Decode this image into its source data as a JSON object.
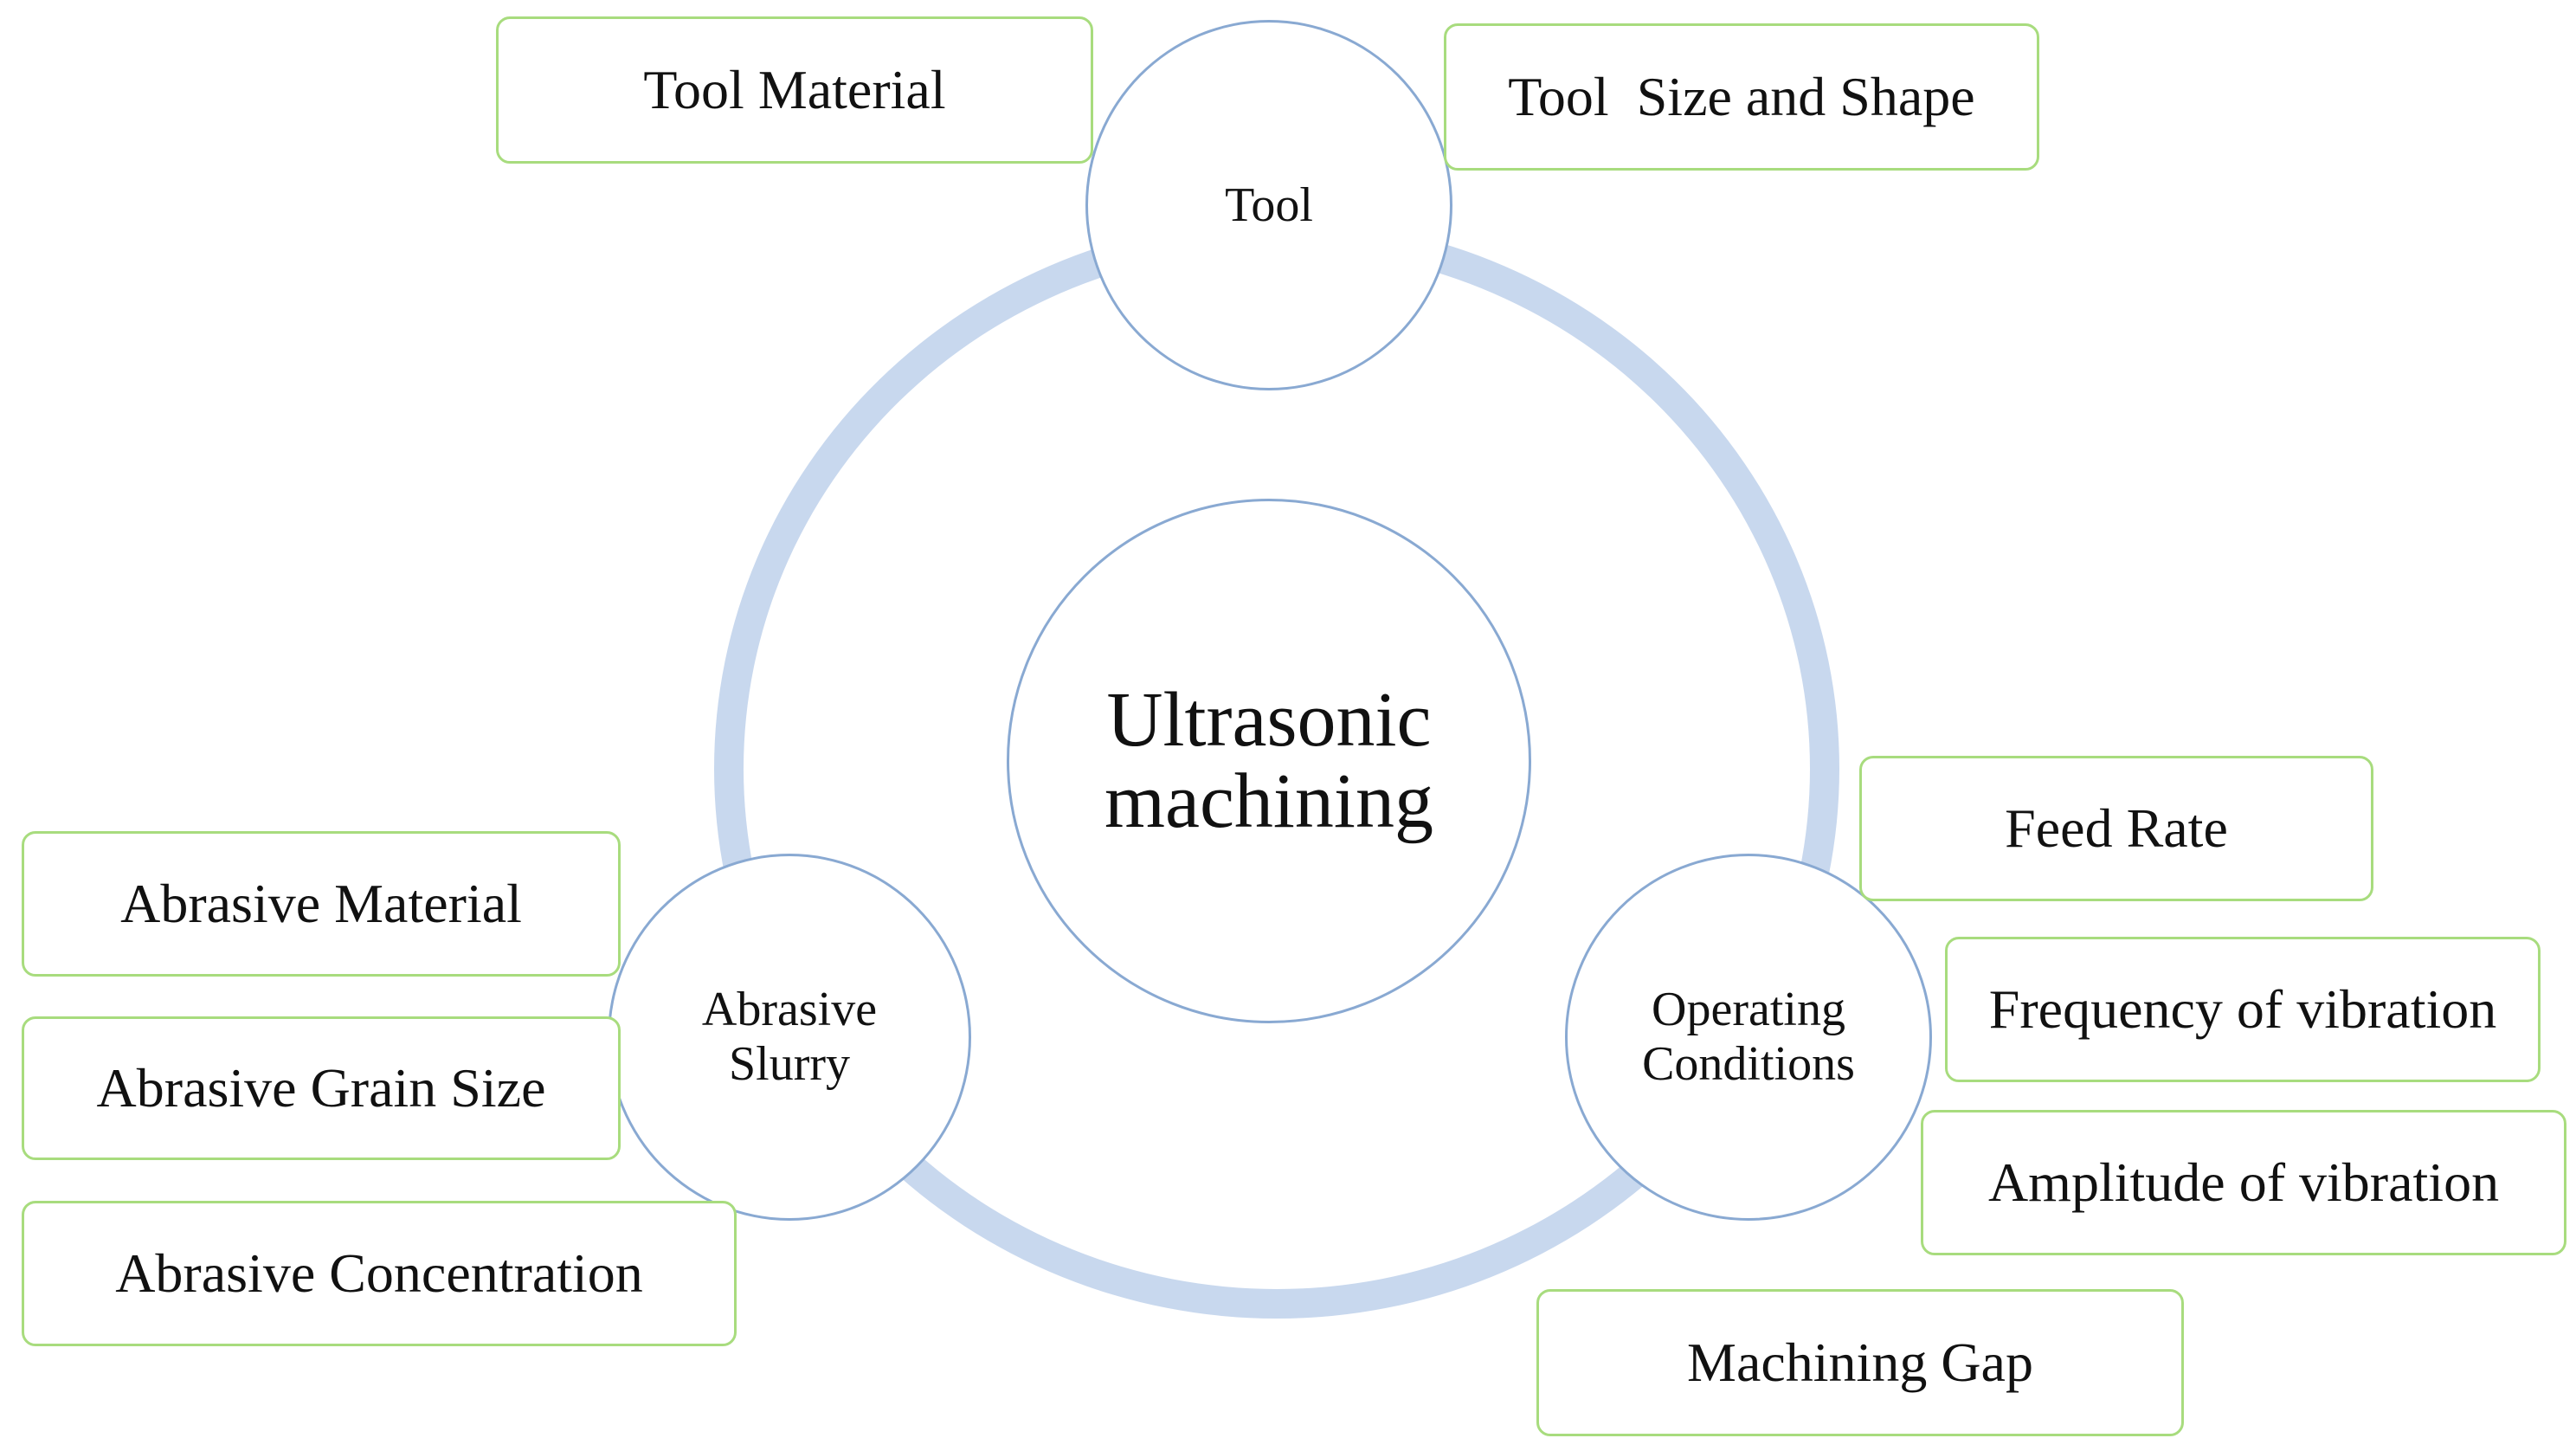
{
  "center": {
    "label": "Ultrasonic\nmachining"
  },
  "nodes": {
    "tool": "Tool",
    "slurry": "Abrasive\nSlurry",
    "operating": "Operating\nConditions"
  },
  "boxes": {
    "tool_material": "Tool Material",
    "tool_size_shape": "Tool  Size and Shape",
    "abrasive_material": "Abrasive Material",
    "abrasive_grain_size": "Abrasive Grain Size",
    "abrasive_concentration": "Abrasive Concentration",
    "feed_rate": "Feed Rate",
    "frequency": "Frequency of vibration",
    "amplitude": "Amplitude of vibration",
    "machining_gap": "Machining Gap"
  },
  "colors": {
    "ring": "#c8d8ee",
    "circle_border": "#89a9d2",
    "box_border": "#a8dc7e"
  }
}
